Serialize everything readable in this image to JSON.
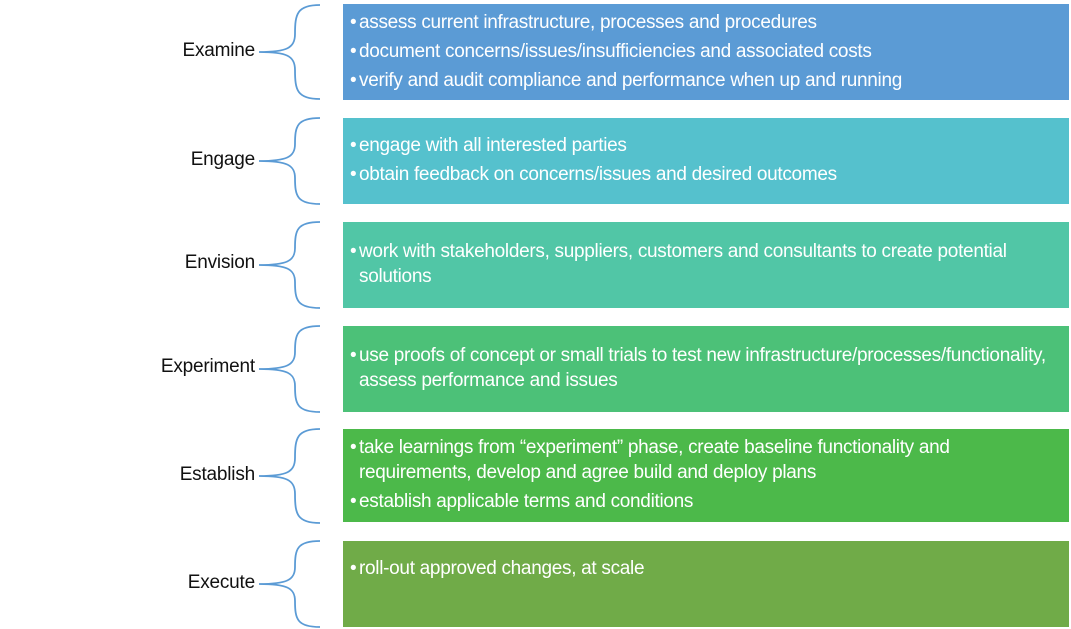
{
  "colors": {
    "brace": "#5b9bd5",
    "label_text": "#111111",
    "box_text": "#ffffff"
  },
  "phases": [
    {
      "label": "Examine",
      "color": "#5b9bd5",
      "bullets": [
        "assess current infrastructure, processes and procedures",
        "document concerns/issues/insufficiencies and associated costs",
        "verify and audit compliance and performance when up and running"
      ]
    },
    {
      "label": "Engage",
      "color": "#55c1cd",
      "bullets": [
        "engage with all interested parties",
        "obtain feedback on concerns/issues and desired outcomes"
      ]
    },
    {
      "label": "Envision",
      "color": "#51c6a6",
      "bullets": [
        "work with stakeholders, suppliers, customers and consultants to create potential solutions"
      ]
    },
    {
      "label": "Experiment",
      "color": "#4cc178",
      "bullets": [
        "use proofs of concept or small trials to test new infrastructure/processes/functionality, assess performance and issues"
      ]
    },
    {
      "label": "Establish",
      "color": "#4cb94a",
      "bullets": [
        "take learnings from “experiment” phase, create baseline functionality and requirements, develop and agree build and deploy plans",
        "establish applicable terms and conditions"
      ]
    },
    {
      "label": "Execute",
      "color": "#70ab48",
      "bullets": [
        "roll-out approved changes, at scale"
      ]
    }
  ]
}
